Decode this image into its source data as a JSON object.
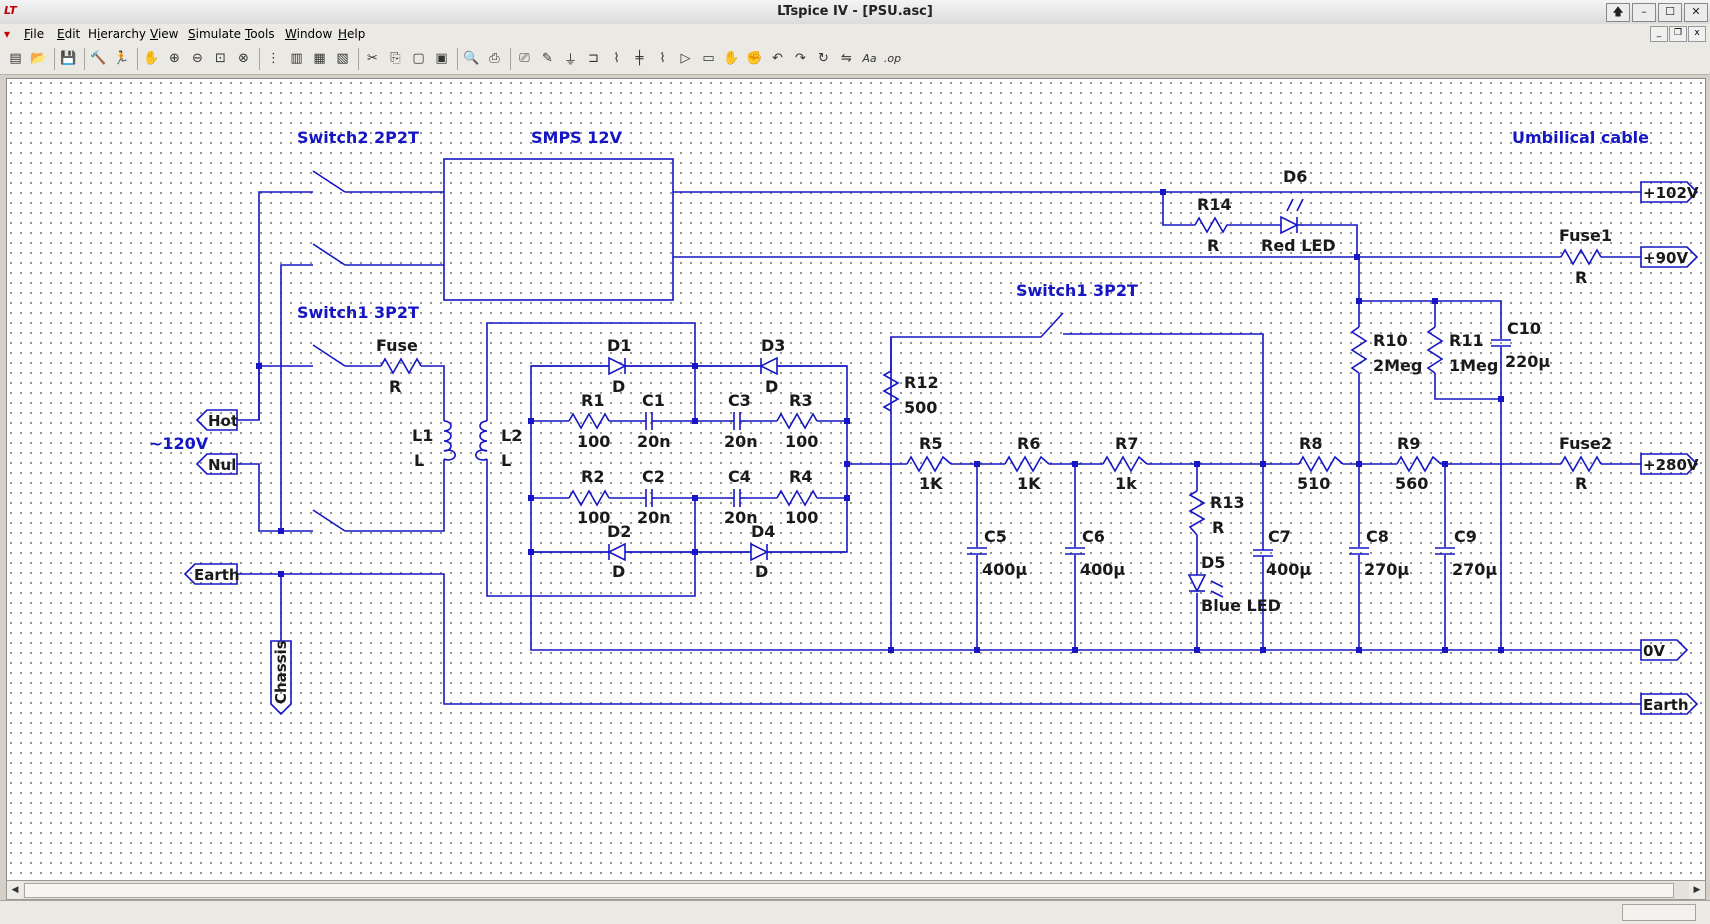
{
  "window": {
    "title": "LTspice IV - [PSU.asc]",
    "app_icon_text": "LT",
    "controls": {
      "restore": "🡅",
      "minimize": "–",
      "maximize": "☐",
      "close": "✕"
    },
    "doc_controls": {
      "minimize": "_",
      "restore": "❐",
      "close": "x"
    }
  },
  "menu": [
    {
      "pre": "",
      "key": "F",
      "rest": "ile"
    },
    {
      "pre": "",
      "key": "E",
      "rest": "dit"
    },
    {
      "pre": "H",
      "key": "i",
      "rest": "erarchy"
    },
    {
      "pre": "",
      "key": "V",
      "rest": "iew"
    },
    {
      "pre": "",
      "key": "S",
      "rest": "imulate"
    },
    {
      "pre": "",
      "key": "T",
      "rest": "ools"
    },
    {
      "pre": "",
      "key": "W",
      "rest": "indow"
    },
    {
      "pre": "",
      "key": "H",
      "rest": "elp"
    }
  ],
  "toolbar_icons": [
    "new-schematic-icon",
    "open-icon",
    "save-icon",
    "control-panel-icon",
    "run-icon",
    "halt-icon",
    "zoom-in-icon",
    "zoom-out-icon",
    "zoom-fit-icon",
    "zoom-cancel-icon",
    "autoscale-icon",
    "vertical-tile-icon",
    "tile-icon",
    "cascade-icon",
    "close-all-icon",
    "cut-icon",
    "copy-icon",
    "paste-icon",
    "find-icon",
    "print-setup-icon",
    "print-icon",
    "wire-icon",
    "ground-icon",
    "label-net-icon",
    "resistor-icon",
    "capacitor-icon",
    "inductor-icon",
    "diode-icon",
    "component-icon",
    "move-icon",
    "drag-icon",
    "undo-icon",
    "redo-icon",
    "rotate-icon",
    "mirror-icon",
    "text-icon",
    "spice-directive-icon"
  ],
  "toolbar_glyphs": [
    "▤",
    "📂",
    "💾",
    "🔨",
    "🏃",
    "✋",
    "⊕",
    "⊖",
    "⊡",
    "⊗",
    "⋮",
    "▥",
    "▦",
    "▧",
    "✂",
    "⎘",
    "▢",
    "▣",
    "🔍",
    "⎙",
    "⎚",
    "✎",
    "⏚",
    "⊐",
    "⌇",
    "╪",
    "⌇",
    "▷",
    "▭",
    "✋",
    "✊",
    "↶",
    "↷",
    "↻",
    "⇋",
    "Aa",
    ".op"
  ],
  "schematic": {
    "texts": {
      "switch2": "Switch2 2P2T",
      "smps": "SMPS 12V",
      "umbilical": "Umbilical cable",
      "switch1_left": "Switch1 3P2T",
      "switch1_mid": "Switch1 3P2T",
      "v120": "~120V",
      "fuse": "Fuse",
      "fuse_val": "R",
      "l1": "L1",
      "l1_val": "L",
      "l2": "L2",
      "l2_val": "L",
      "d1": "D1",
      "d1_val": "D",
      "d2": "D2",
      "d2_val": "D",
      "d3": "D3",
      "d3_val": "D",
      "d4": "D4",
      "d4_val": "D",
      "r1": "R1",
      "r1_val": "100",
      "r2": "R2",
      "r2_val": "100",
      "r3": "R3",
      "r3_val": "100",
      "r4": "R4",
      "r4_val": "100",
      "c1": "C1",
      "c1_val": "20n",
      "c2": "C2",
      "c2_val": "20n",
      "c3": "C3",
      "c3_val": "20n",
      "c4": "C4",
      "c4_val": "20n",
      "r12": "R12",
      "r12_val": "500",
      "r5": "R5",
      "r5_val": "1K",
      "r6": "R6",
      "r6_val": "1K",
      "r7": "R7",
      "r7_val": "1k",
      "r8": "R8",
      "r8_val": "510",
      "r9": "R9",
      "r9_val": "560",
      "r13": "R13",
      "r13_val": "R",
      "r14": "R14",
      "r14_val": "R",
      "r10": "R10",
      "r10_val": "2Meg",
      "r11": "R11",
      "r11_val": "1Meg",
      "c5": "C5",
      "c5_val": "400µ",
      "c6": "C6",
      "c6_val": "400µ",
      "c7": "C7",
      "c7_val": "400µ",
      "c8": "C8",
      "c8_val": "270µ",
      "c9": "C9",
      "c9_val": "270µ",
      "c10": "C10",
      "c10_val": "220µ",
      "d5": "D5",
      "d5_val": "Blue LED",
      "d6": "D6",
      "d6_val": "Red LED",
      "fuse1": "Fuse1",
      "fuse1_val": "R",
      "fuse2": "Fuse2",
      "fuse2_val": "R"
    },
    "ports": {
      "hot": "Hot",
      "nul": "Nul",
      "earth_left": "Earth",
      "chassis": "Chassis",
      "p102": "+102V",
      "p90": "+90V",
      "p280": "+280V",
      "p0": "0V",
      "earth_right": "Earth"
    }
  },
  "scrollbar": {
    "left": "◀",
    "right": "▶"
  }
}
